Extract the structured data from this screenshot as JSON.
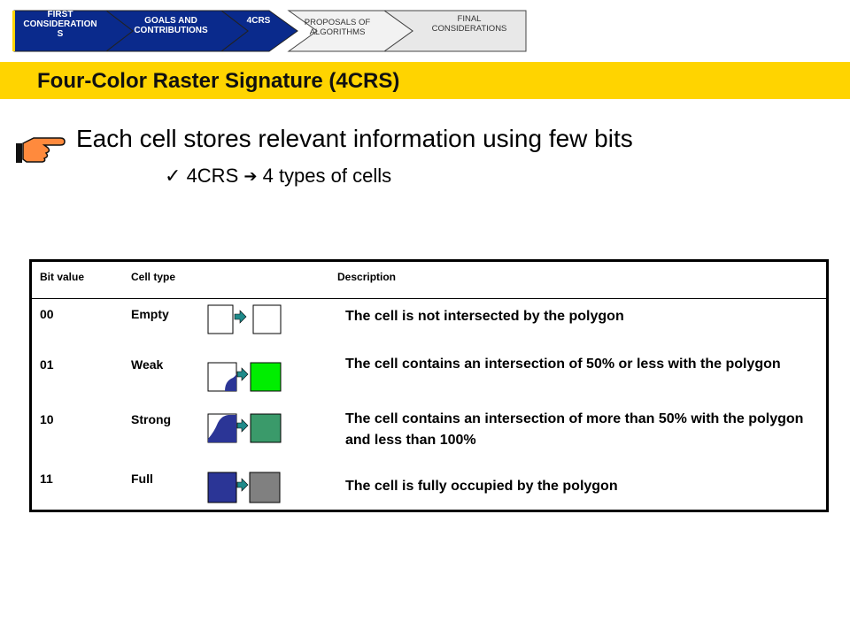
{
  "nav": {
    "items": [
      {
        "label": "FIRST\nCONSIDERATION\nS",
        "state": "visited"
      },
      {
        "label": "GOALS AND\nCONTRIBUTIONS",
        "state": "visited"
      },
      {
        "label": "4CRS",
        "state": "current"
      },
      {
        "label": "PROPOSALS OF\nALGORITHMS",
        "state": "upcoming"
      },
      {
        "label": "FINAL\nCONSIDERATIONS",
        "state": "upcoming"
      }
    ]
  },
  "title": "Four-Color Raster Signature (4CRS)",
  "bullets": {
    "main": "Each cell stores relevant information using few bits",
    "sub_left": "4CRS",
    "sub_right": "4 types of cells"
  },
  "table": {
    "headers": [
      "Bit value",
      "Cell type",
      "Description"
    ],
    "rows": [
      {
        "bits": "00",
        "type": "Empty",
        "description": "The cell is not intersected by the polygon",
        "fill": "#ffffff"
      },
      {
        "bits": "01",
        "type": "Weak",
        "description": "The cell contains an intersection of 50% or less with the polygon",
        "fill": "#00ee00"
      },
      {
        "bits": "10",
        "type": "Strong",
        "description": "The cell contains an intersection of more than 50% with the polygon and less than 100%",
        "fill": "#3a9a6a"
      },
      {
        "bits": "11",
        "type": "Full",
        "description": "The cell is fully occupied by the polygon",
        "fill": "#808080"
      }
    ]
  },
  "colors": {
    "title_bar": "#ffd400",
    "nav_blue": "#0a2a8c",
    "polygon_blue": "#2b3596",
    "arrow_teal": "#1f8a8a"
  },
  "icons": [
    "pointing-hand-icon",
    "checkmark-icon",
    "right-arrow-icon"
  ]
}
